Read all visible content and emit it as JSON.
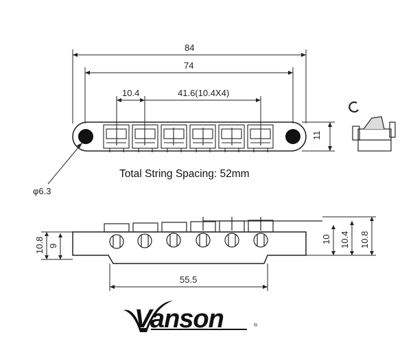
{
  "dimensions": {
    "overall_length": "84",
    "post_spacing": "74",
    "string_spacing": "10.4",
    "span_spacing": "41.6(10.4X4)",
    "height_top": "11",
    "hole_diameter": "φ6.3",
    "side_left_outer": "10.8",
    "side_left_inner": "9",
    "side_right_a": "10",
    "side_right_b": "10.4",
    "side_right_c": "10.8",
    "base_length": "55.5"
  },
  "note": "Total String Spacing: 52mm",
  "brand": {
    "name": "Vanson",
    "trademark": "®"
  }
}
